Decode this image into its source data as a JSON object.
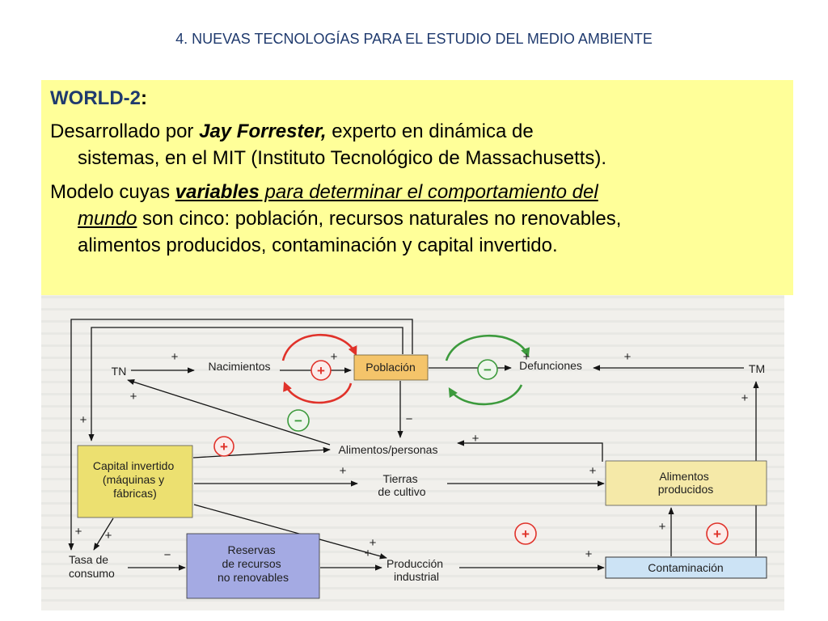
{
  "slide": {
    "title": "4. NUEVAS TECNOLOGÍAS PARA EL ESTUDIO DEL MEDIO AMBIENTE",
    "colors": {
      "title": "#1f3a6e",
      "textbox_background": "#ffff99"
    }
  },
  "textbox": {
    "heading": {
      "name": "WORLD-2",
      "colon": ":"
    },
    "paragraph_1": {
      "r1": "Desarrollado por ",
      "r2": "Jay Forrester,",
      "r3": " experto en dinámica de",
      "r4": "sistemas, en el MIT (Instituto Tecnológico de Massachusetts)."
    },
    "paragraph_2": {
      "r1": "Modelo cuyas ",
      "r2": "variables",
      "r3": " para determinar el comportamiento del",
      "r4": "mundo",
      "r5": " son cinco: población, recursos naturales no renovables,",
      "r6": "alimentos producidos, contaminación y capital invertido."
    }
  },
  "diagram": {
    "nodes": {
      "tn": "TN",
      "nacimientos": "Nacimientos",
      "poblacion": "Población",
      "defunciones": "Defunciones",
      "tm": "TM",
      "alimentos_personas": "Alimentos/personas",
      "capital_invertido": [
        "Capital invertido",
        "(máquinas y",
        "fábricas)"
      ],
      "tierras_de_cultivo": [
        "Tierras",
        "de cultivo"
      ],
      "alimentos_producidos": [
        "Alimentos",
        "producidos"
      ],
      "tasa_de_consumo": [
        "Tasa de",
        "consumo"
      ],
      "reservas": [
        "Reservas",
        "de recursos",
        "no renovables"
      ],
      "produccion_industrial": [
        "Producción",
        "industrial"
      ],
      "contaminacion": "Contaminación"
    },
    "signs": {
      "plus": "+",
      "minus": "−"
    },
    "colors": {
      "positive_loop": "#e0322a",
      "negative_loop": "#3c9a3c",
      "poblacion_box": "#f4c46a",
      "capital_box": "#ece070",
      "alimentos_box": "#f5e9a8",
      "reservas_box": "#a4aae3",
      "contaminacion_box": "#cce3f5"
    }
  }
}
